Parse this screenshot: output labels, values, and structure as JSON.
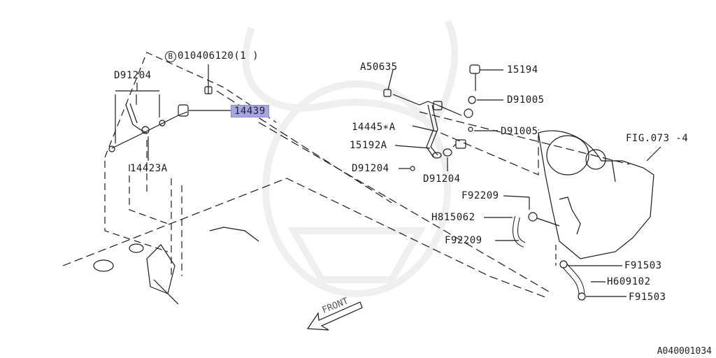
{
  "diagram": {
    "document_id": "A040001034",
    "front_label": "FRONT",
    "bolt_symbol": "B",
    "parts": {
      "bolt_010406120": "010406120(1 )",
      "d91204_top": "D91204",
      "p14439": "14439",
      "p14423a": "14423A",
      "a50635": "A50635",
      "p15194": "15194",
      "d91005_a": "D91005",
      "d91005_b": "D91005",
      "p14445a": "14445∗A",
      "p15192a": "15192A",
      "d91204_left": "D91204",
      "d91204_bottom": "D91204",
      "fig073": "FIG.073 -4",
      "f92209_top": "F92209",
      "h815062": "H815062",
      "f92209_bottom": "F92209",
      "f91503_top": "F91503",
      "h609102": "H609102",
      "f91503_bottom": "F91503"
    },
    "highlight_color": "#a7a6df"
  }
}
